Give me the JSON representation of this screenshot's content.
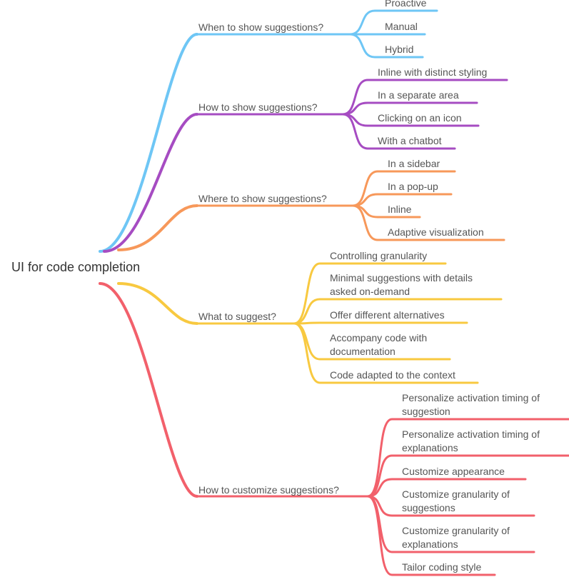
{
  "root": {
    "label": "UI for code completion"
  },
  "branches": [
    {
      "label": "When to show suggestions?",
      "color": "#6EC6F5",
      "children": [
        {
          "lines": [
            "Proactive"
          ]
        },
        {
          "lines": [
            "Manual"
          ]
        },
        {
          "lines": [
            "Hybrid"
          ]
        }
      ]
    },
    {
      "label": "How to show suggestions?",
      "color": "#A64CC2",
      "children": [
        {
          "lines": [
            "Inline with distinct styling"
          ]
        },
        {
          "lines": [
            "In a separate area"
          ]
        },
        {
          "lines": [
            "Clicking on an icon"
          ]
        },
        {
          "lines": [
            "With a chatbot"
          ]
        }
      ]
    },
    {
      "label": "Where to show suggestions?",
      "color": "#F7985A",
      "children": [
        {
          "lines": [
            "In a sidebar"
          ]
        },
        {
          "lines": [
            "In a pop-up"
          ]
        },
        {
          "lines": [
            "Inline"
          ]
        },
        {
          "lines": [
            "Adaptive visualization"
          ]
        }
      ]
    },
    {
      "label": "What to suggest?",
      "color": "#F8C940",
      "children": [
        {
          "lines": [
            "Controlling granularity"
          ]
        },
        {
          "lines": [
            "Minimal suggestions with details",
            "asked on-demand"
          ]
        },
        {
          "lines": [
            "Offer different alternatives"
          ]
        },
        {
          "lines": [
            "Accompany code with",
            "documentation"
          ]
        },
        {
          "lines": [
            "Code adapted to the context"
          ]
        }
      ]
    },
    {
      "label": "How to customize suggestions?",
      "color": "#F2606B",
      "children": [
        {
          "lines": [
            "Personalize activation timing of",
            "suggestion"
          ]
        },
        {
          "lines": [
            "Personalize activation timing of",
            "explanations"
          ]
        },
        {
          "lines": [
            "Customize appearance"
          ]
        },
        {
          "lines": [
            "Customize granularity of",
            "suggestions"
          ]
        },
        {
          "lines": [
            "Customize granularity of",
            "explanations"
          ]
        },
        {
          "lines": [
            "Tailor coding style"
          ]
        }
      ]
    }
  ]
}
